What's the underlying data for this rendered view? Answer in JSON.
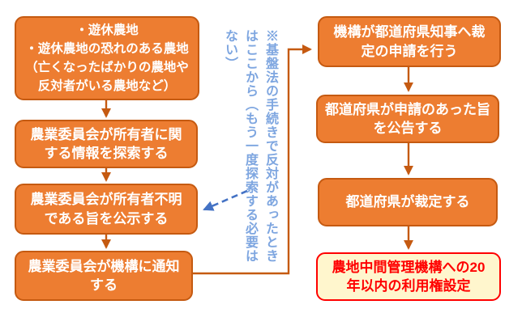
{
  "palette": {
    "box_fill": "#ED7D31",
    "box_border": "#C55A11",
    "box_text": "#FFFFFF",
    "connector": "#C55A11",
    "note_text": "#7EA6E0",
    "dashed_arrow": "#4472C4",
    "result_fill": "#FFF6CD",
    "result_border": "#FF0000",
    "result_text": "#FF0000"
  },
  "flow": {
    "left": [
      {
        "text": "・遊休農地\n・遊休農地の恐れのある農地\n（亡くなったばかりの農地や\n反対者がいる農地など）"
      },
      {
        "text": "農業委員会が所有者に関\nする情報を探索する"
      },
      {
        "text": "農業委員会が所有者不明\nである旨を公示する"
      },
      {
        "text": "農業委員会が機構に通知\nする"
      }
    ],
    "right": [
      {
        "text": "機構が都道府県知事へ裁\n定の申請を行う"
      },
      {
        "text": "都道府県が申請のあった旨\nを公告する"
      },
      {
        "text": "都道府県が裁定する"
      },
      {
        "text": "農地中間管理機構への20\n年以内の利用権設定"
      }
    ]
  },
  "note": {
    "lines": [
      "※基盤法の手続きで反対があったとき",
      "はここから（もう一度探索する必要は",
      "ない）"
    ]
  }
}
